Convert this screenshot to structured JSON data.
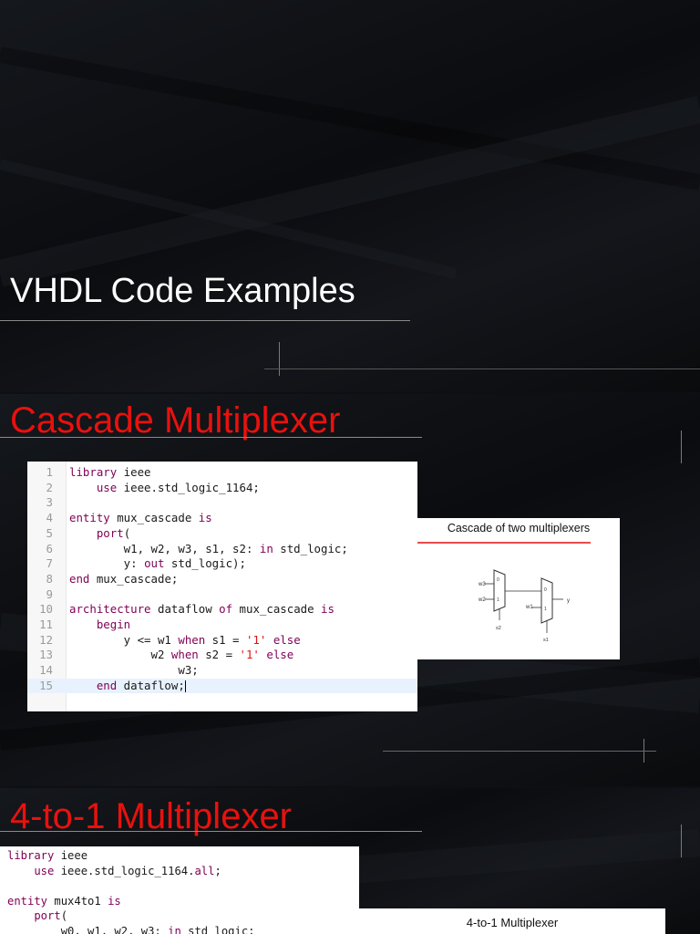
{
  "slide1": {
    "title": "VHDL Code Examples"
  },
  "slide2": {
    "title": "Cascade Multiplexer",
    "code_lines": [
      {
        "num": "1",
        "parts": [
          {
            "t": "library",
            "c": "kw"
          },
          {
            "t": " ieee",
            "c": "txt"
          }
        ]
      },
      {
        "num": "2",
        "parts": [
          {
            "t": "    use",
            "c": "kw"
          },
          {
            "t": " ieee.std_logic_1164;",
            "c": "txt"
          }
        ]
      },
      {
        "num": "3",
        "parts": []
      },
      {
        "num": "4",
        "parts": [
          {
            "t": "entity",
            "c": "kw"
          },
          {
            "t": " mux_cascade ",
            "c": "txt"
          },
          {
            "t": "is",
            "c": "kw"
          }
        ]
      },
      {
        "num": "5",
        "parts": [
          {
            "t": "    port",
            "c": "kw"
          },
          {
            "t": "(",
            "c": "txt"
          }
        ]
      },
      {
        "num": "6",
        "parts": [
          {
            "t": "        w1, w2, w3, s1, s2: ",
            "c": "txt"
          },
          {
            "t": "in",
            "c": "kw"
          },
          {
            "t": " std_logic;",
            "c": "txt"
          }
        ]
      },
      {
        "num": "7",
        "parts": [
          {
            "t": "        y: ",
            "c": "txt"
          },
          {
            "t": "out",
            "c": "kw"
          },
          {
            "t": " std_logic);",
            "c": "txt"
          }
        ]
      },
      {
        "num": "8",
        "parts": [
          {
            "t": "end",
            "c": "kw"
          },
          {
            "t": " mux_cascade;",
            "c": "txt"
          }
        ]
      },
      {
        "num": "9",
        "parts": []
      },
      {
        "num": "10",
        "parts": [
          {
            "t": "architecture",
            "c": "kw"
          },
          {
            "t": " dataflow ",
            "c": "txt"
          },
          {
            "t": "of",
            "c": "kw"
          },
          {
            "t": " mux_cascade ",
            "c": "txt"
          },
          {
            "t": "is",
            "c": "kw"
          }
        ]
      },
      {
        "num": "11",
        "parts": [
          {
            "t": "    begin",
            "c": "kw"
          }
        ]
      },
      {
        "num": "12",
        "parts": [
          {
            "t": "        y <= w1 ",
            "c": "txt"
          },
          {
            "t": "when",
            "c": "kw"
          },
          {
            "t": " s1 = ",
            "c": "txt"
          },
          {
            "t": "'1'",
            "c": "str"
          },
          {
            "t": " ",
            "c": "txt"
          },
          {
            "t": "else",
            "c": "kw"
          }
        ]
      },
      {
        "num": "13",
        "parts": [
          {
            "t": "            w2 ",
            "c": "txt"
          },
          {
            "t": "when",
            "c": "kw"
          },
          {
            "t": " s2 = ",
            "c": "txt"
          },
          {
            "t": "'1'",
            "c": "str"
          },
          {
            "t": " ",
            "c": "txt"
          },
          {
            "t": "else",
            "c": "kw"
          }
        ]
      },
      {
        "num": "14",
        "parts": [
          {
            "t": "                w3;",
            "c": "txt"
          }
        ]
      },
      {
        "num": "15",
        "parts": [
          {
            "t": "    end",
            "c": "kw"
          },
          {
            "t": " dataflow;",
            "c": "txt"
          }
        ],
        "current": true
      }
    ],
    "figure": {
      "title": "Cascade of two multiplexers",
      "labels": {
        "w3": "w3",
        "w2": "w2",
        "w1": "w1",
        "y": "y",
        "s2": "s2",
        "s1": "s1",
        "in0": "0",
        "in1": "1",
        "in0b": "0",
        "in1b": "1"
      }
    }
  },
  "slide3": {
    "title": "4-to-1 Multiplexer",
    "code_lines": [
      {
        "parts": [
          {
            "t": "library",
            "c": "kw"
          },
          {
            "t": " ieee",
            "c": "txt"
          }
        ]
      },
      {
        "parts": [
          {
            "t": "    use",
            "c": "kw"
          },
          {
            "t": " ieee.std_logic_1164.",
            "c": "txt"
          },
          {
            "t": "all",
            "c": "kw"
          },
          {
            "t": ";",
            "c": "txt"
          }
        ]
      },
      {
        "parts": []
      },
      {
        "parts": [
          {
            "t": "entity",
            "c": "kw"
          },
          {
            "t": " mux4to1 ",
            "c": "txt"
          },
          {
            "t": "is",
            "c": "kw"
          }
        ]
      },
      {
        "parts": [
          {
            "t": "    port",
            "c": "kw"
          },
          {
            "t": "(",
            "c": "txt"
          }
        ]
      },
      {
        "parts": [
          {
            "t": "        w0, w1, w2, w3: ",
            "c": "txt"
          },
          {
            "t": "in",
            "c": "kw"
          },
          {
            "t": " std_logic;",
            "c": "txt"
          }
        ]
      }
    ],
    "figure": {
      "title": "4-to-1 Multiplexer"
    }
  }
}
